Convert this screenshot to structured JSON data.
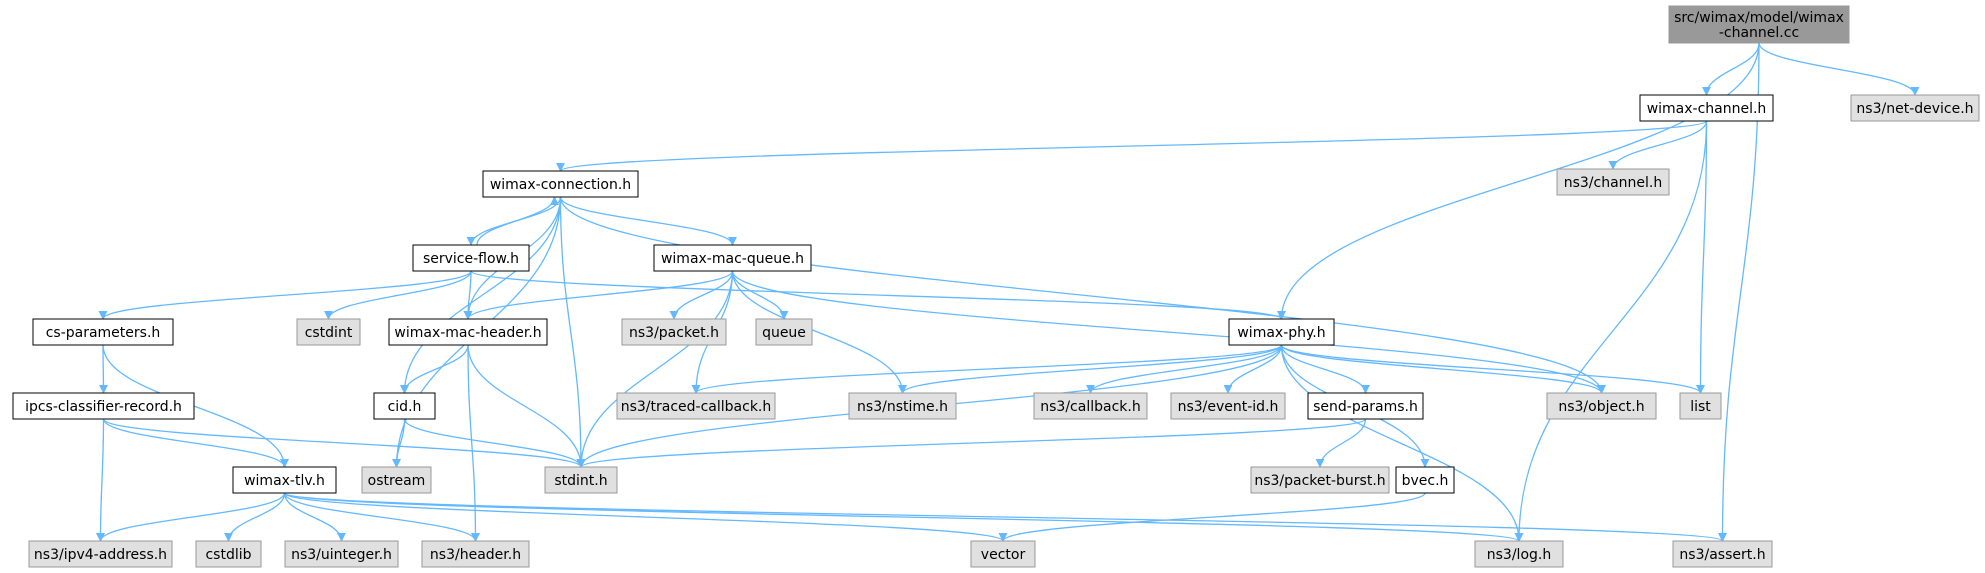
{
  "colors": {
    "root_fill": "#999999",
    "local_fill": "#ffffff",
    "system_fill": "#e0e0e0",
    "border_local": "#000000",
    "border_system": "#999999",
    "edge": "#63b8ff"
  },
  "nodes": [
    {
      "id": "root",
      "label_lines": [
        "src/wimax/model/wimax",
        "-channel.cc"
      ],
      "kind": "root"
    },
    {
      "id": "wimax-channel-h",
      "label_lines": [
        "wimax-channel.h"
      ],
      "kind": "local"
    },
    {
      "id": "ns3-net-device-h",
      "label_lines": [
        "ns3/net-device.h"
      ],
      "kind": "system"
    },
    {
      "id": "wimax-connection-h",
      "label_lines": [
        "wimax-connection.h"
      ],
      "kind": "local"
    },
    {
      "id": "ns3-channel-h",
      "label_lines": [
        "ns3/channel.h"
      ],
      "kind": "system"
    },
    {
      "id": "service-flow-h",
      "label_lines": [
        "service-flow.h"
      ],
      "kind": "local"
    },
    {
      "id": "wimax-mac-queue-h",
      "label_lines": [
        "wimax-mac-queue.h"
      ],
      "kind": "local"
    },
    {
      "id": "cs-parameters-h",
      "label_lines": [
        "cs-parameters.h"
      ],
      "kind": "local"
    },
    {
      "id": "cstdint",
      "label_lines": [
        "cstdint"
      ],
      "kind": "system"
    },
    {
      "id": "wimax-mac-header-h",
      "label_lines": [
        "wimax-mac-header.h"
      ],
      "kind": "local"
    },
    {
      "id": "ns3-packet-h",
      "label_lines": [
        "ns3/packet.h"
      ],
      "kind": "system"
    },
    {
      "id": "queue",
      "label_lines": [
        "queue"
      ],
      "kind": "system"
    },
    {
      "id": "wimax-phy-h",
      "label_lines": [
        "wimax-phy.h"
      ],
      "kind": "local"
    },
    {
      "id": "ipcs-classifier-record-h",
      "label_lines": [
        "ipcs-classifier-record.h"
      ],
      "kind": "local"
    },
    {
      "id": "cid-h",
      "label_lines": [
        "cid.h"
      ],
      "kind": "local"
    },
    {
      "id": "ns3-traced-callback-h",
      "label_lines": [
        "ns3/traced-callback.h"
      ],
      "kind": "system"
    },
    {
      "id": "ns3-nstime-h",
      "label_lines": [
        "ns3/nstime.h"
      ],
      "kind": "system"
    },
    {
      "id": "ns3-callback-h",
      "label_lines": [
        "ns3/callback.h"
      ],
      "kind": "system"
    },
    {
      "id": "ns3-event-id-h",
      "label_lines": [
        "ns3/event-id.h"
      ],
      "kind": "system"
    },
    {
      "id": "send-params-h",
      "label_lines": [
        "send-params.h"
      ],
      "kind": "local"
    },
    {
      "id": "ns3-object-h",
      "label_lines": [
        "ns3/object.h"
      ],
      "kind": "system"
    },
    {
      "id": "list",
      "label_lines": [
        "list"
      ],
      "kind": "system"
    },
    {
      "id": "wimax-tlv-h",
      "label_lines": [
        "wimax-tlv.h"
      ],
      "kind": "local"
    },
    {
      "id": "ostream",
      "label_lines": [
        "ostream"
      ],
      "kind": "system"
    },
    {
      "id": "stdint-h",
      "label_lines": [
        "stdint.h"
      ],
      "kind": "system"
    },
    {
      "id": "ns3-packet-burst-h",
      "label_lines": [
        "ns3/packet-burst.h"
      ],
      "kind": "system"
    },
    {
      "id": "bvec-h",
      "label_lines": [
        "bvec.h"
      ],
      "kind": "local"
    },
    {
      "id": "ns3-ipv4-address-h",
      "label_lines": [
        "ns3/ipv4-address.h"
      ],
      "kind": "system"
    },
    {
      "id": "cstdlib",
      "label_lines": [
        "cstdlib"
      ],
      "kind": "system"
    },
    {
      "id": "ns3-uinteger-h",
      "label_lines": [
        "ns3/uinteger.h"
      ],
      "kind": "system"
    },
    {
      "id": "ns3-header-h",
      "label_lines": [
        "ns3/header.h"
      ],
      "kind": "system"
    },
    {
      "id": "vector",
      "label_lines": [
        "vector"
      ],
      "kind": "system"
    },
    {
      "id": "ns3-log-h",
      "label_lines": [
        "ns3/log.h"
      ],
      "kind": "system"
    },
    {
      "id": "ns3-assert-h",
      "label_lines": [
        "ns3/assert.h"
      ],
      "kind": "system"
    }
  ],
  "edges": [
    [
      "root",
      "wimax-channel-h"
    ],
    [
      "root",
      "ns3-net-device-h"
    ],
    [
      "root",
      "wimax-phy-h"
    ],
    [
      "root",
      "ns3-assert-h"
    ],
    [
      "wimax-channel-h",
      "wimax-connection-h"
    ],
    [
      "wimax-channel-h",
      "ns3-channel-h"
    ],
    [
      "wimax-channel-h",
      "list"
    ],
    [
      "wimax-channel-h",
      "ns3-log-h"
    ],
    [
      "wimax-connection-h",
      "service-flow-h"
    ],
    [
      "wimax-connection-h",
      "wimax-mac-queue-h"
    ],
    [
      "wimax-connection-h",
      "wimax-mac-header-h"
    ],
    [
      "wimax-connection-h",
      "cid-h"
    ],
    [
      "wimax-connection-h",
      "ostream"
    ],
    [
      "wimax-connection-h",
      "stdint-h"
    ],
    [
      "wimax-connection-h",
      "ns3-object-h"
    ],
    [
      "service-flow-h",
      "wimax-connection-h"
    ],
    [
      "service-flow-h",
      "cs-parameters-h"
    ],
    [
      "service-flow-h",
      "cstdint"
    ],
    [
      "service-flow-h",
      "wimax-mac-header-h"
    ],
    [
      "service-flow-h",
      "wimax-phy-h"
    ],
    [
      "wimax-mac-queue-h",
      "wimax-mac-header-h"
    ],
    [
      "wimax-mac-queue-h",
      "ns3-packet-h"
    ],
    [
      "wimax-mac-queue-h",
      "queue"
    ],
    [
      "wimax-mac-queue-h",
      "ns3-traced-callback-h"
    ],
    [
      "wimax-mac-queue-h",
      "ns3-nstime-h"
    ],
    [
      "wimax-mac-queue-h",
      "ns3-object-h"
    ],
    [
      "wimax-mac-queue-h",
      "stdint-h"
    ],
    [
      "cs-parameters-h",
      "ipcs-classifier-record-h"
    ],
    [
      "cs-parameters-h",
      "wimax-tlv-h"
    ],
    [
      "wimax-mac-header-h",
      "cid-h"
    ],
    [
      "wimax-mac-header-h",
      "stdint-h"
    ],
    [
      "wimax-mac-header-h",
      "ns3-header-h"
    ],
    [
      "wimax-phy-h",
      "ns3-traced-callback-h"
    ],
    [
      "wimax-phy-h",
      "ns3-nstime-h"
    ],
    [
      "wimax-phy-h",
      "ns3-callback-h"
    ],
    [
      "wimax-phy-h",
      "ns3-event-id-h"
    ],
    [
      "wimax-phy-h",
      "send-params-h"
    ],
    [
      "wimax-phy-h",
      "ns3-object-h"
    ],
    [
      "wimax-phy-h",
      "list"
    ],
    [
      "wimax-phy-h",
      "bvec-h"
    ],
    [
      "wimax-phy-h",
      "ns3-log-h"
    ],
    [
      "wimax-phy-h",
      "stdint-h"
    ],
    [
      "ipcs-classifier-record-h",
      "wimax-tlv-h"
    ],
    [
      "ipcs-classifier-record-h",
      "stdint-h"
    ],
    [
      "ipcs-classifier-record-h",
      "ns3-ipv4-address-h"
    ],
    [
      "cid-h",
      "ostream"
    ],
    [
      "cid-h",
      "stdint-h"
    ],
    [
      "send-params-h",
      "stdint-h"
    ],
    [
      "send-params-h",
      "ns3-packet-burst-h"
    ],
    [
      "bvec-h",
      "vector"
    ],
    [
      "wimax-tlv-h",
      "ns3-ipv4-address-h"
    ],
    [
      "wimax-tlv-h",
      "cstdlib"
    ],
    [
      "wimax-tlv-h",
      "ns3-uinteger-h"
    ],
    [
      "wimax-tlv-h",
      "ns3-header-h"
    ],
    [
      "wimax-tlv-h",
      "vector"
    ],
    [
      "wimax-tlv-h",
      "ns3-log-h"
    ],
    [
      "wimax-tlv-h",
      "ns3-assert-h"
    ]
  ]
}
